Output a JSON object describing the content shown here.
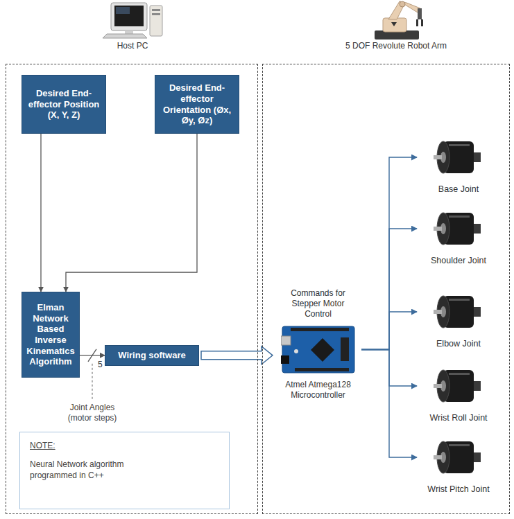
{
  "diagram": {
    "nodes": [
      {
        "text": [
          "Host PC"
        ]
      },
      {
        "text": [
          "Desired End-effector Position (X, Y, Z)"
        ],
        "in": 0
      },
      {
        "text": [
          "Desired End-effector Orientation (Øx, Øy, Øz)"
        ],
        "in": 0
      },
      {
        "text": [
          "Elman Network Based Inverse Kinematics Algorithm"
        ],
        "in": 0
      },
      {
        "text": [
          "Wiring software"
        ],
        "in": 0
      },
      {
        "text": [
          "NOTE:",
          "Neural Network algorithm programmed in C++"
        ],
        "in": 0
      },
      {
        "text": [
          "5 DOF Revolute Robot Arm"
        ]
      },
      {
        "text": [
          "Commands for Stepper Motor Control",
          "Atmel Atmega128 Microcontroller"
        ],
        "in": 6
      },
      {
        "text": [
          "Base Joint"
        ],
        "in": 6
      },
      {
        "text": [
          "Shoulder Joint"
        ],
        "in": 6
      },
      {
        "text": [
          "Elbow Joint"
        ],
        "in": 6
      },
      {
        "text": [
          "Wrist Roll Joint"
        ],
        "in": 6
      },
      {
        "text": [
          "Wrist Pitch Joint"
        ],
        "in": 6
      }
    ],
    "edges": [
      {
        "from": 1,
        "to": 3,
        "arrow": "to"
      },
      {
        "from": 2,
        "to": 3,
        "arrow": "to"
      },
      {
        "from": 3,
        "to": 4,
        "label": "5",
        "arrow": "to"
      },
      {
        "from": 4,
        "to": 7,
        "arrow": "to"
      },
      {
        "from": 7,
        "to": 8,
        "arrow": "to"
      },
      {
        "from": 7,
        "to": 9,
        "arrow": "to"
      },
      {
        "from": 7,
        "to": 10,
        "arrow": "to"
      },
      {
        "from": 7,
        "to": 11,
        "arrow": "to"
      },
      {
        "from": 7,
        "to": 12,
        "arrow": "to"
      }
    ],
    "labels": [
      "Joint Angles (motor steps)"
    ]
  }
}
